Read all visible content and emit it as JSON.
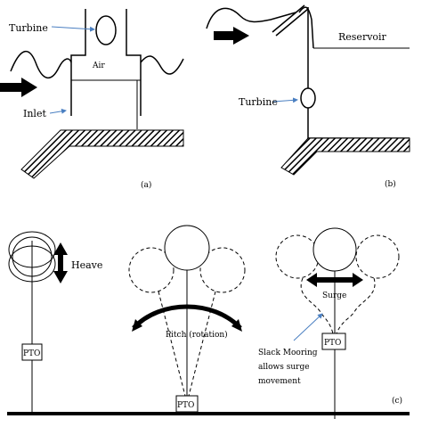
{
  "diagram": {
    "panel_a": {
      "turbine_label": "Turbine",
      "air_label": "Air",
      "inlet_label": "Inlet",
      "caption": "(a)"
    },
    "panel_b": {
      "reservoir_label": "Reservoir",
      "turbine_label": "Turbine",
      "caption": "(b)"
    },
    "panel_c": {
      "heave_label": "Heave",
      "pitch_label": "Pitch (rotation)",
      "surge_label": "Surge",
      "pto_label": "PTO",
      "slack_label_line1": "Slack Mooring",
      "slack_label_line2": "allows surge",
      "slack_label_line3": "movement",
      "caption": "(c)"
    }
  }
}
